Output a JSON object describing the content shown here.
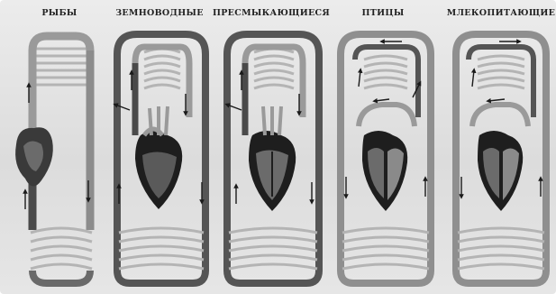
{
  "panels": [
    {
      "title": "РЫБЫ"
    },
    {
      "title": "ЗЕМНОВОДНЫЕ"
    },
    {
      "title": "ПРЕСМЫКАЮЩИЕСЯ"
    },
    {
      "title": "ПТИЦЫ"
    },
    {
      "title": "МЛЕКОПИТАЮЩИЕ"
    }
  ],
  "colors": {
    "arterial": "#9a9a9a",
    "venous": "#4a4a4a",
    "heart_dark": "#1e1e1e",
    "heart_mid": "#6b6b6b",
    "capillary": "#b4b4b4",
    "background": "#e2e2e2"
  }
}
